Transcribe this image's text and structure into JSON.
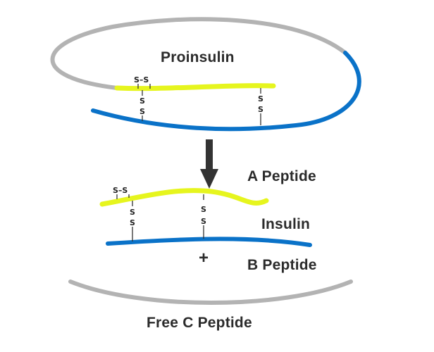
{
  "labels": {
    "proinsulin": "Proinsulin",
    "a_peptide": "A Peptide",
    "insulin": "Insulin",
    "plus": "+",
    "b_peptide": "B Peptide",
    "free_c_peptide": "Free C Peptide"
  },
  "disulfide": {
    "atom": "S",
    "bond": "S–S"
  },
  "colors": {
    "a_chain": "#e6f51e",
    "b_chain": "#0a72c8",
    "c_chain": "#b3b3b3",
    "bond": "#333333",
    "arrow": "#333333",
    "text": "#2b2b2b"
  }
}
